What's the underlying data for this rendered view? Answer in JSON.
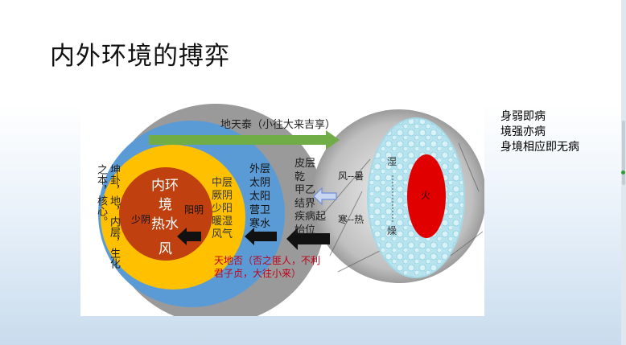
{
  "slide": {
    "title": "内外环境的搏弈"
  },
  "notes": {
    "line1": "身弱即病",
    "line2": "境强亦病",
    "line3": "身境相应即无病"
  },
  "diagram": {
    "top_label": "地天泰（小往大来吉享）",
    "bottom_label_line1": "天地否（否之匪人，不利",
    "bottom_label_line2": "君子贞，大往小来）",
    "left_col1": "坤卦，地，内层，生化",
    "left_col2": "之本，核心。",
    "outer_col1": "皮层",
    "outer_col2": "乾",
    "outer_col3": "甲乙",
    "outer_col4": "结界",
    "outer_col5": "疾病起",
    "outer_col6": "始位",
    "blue_col1": "外层",
    "blue_col2": "太阴",
    "blue_col3": "太阳",
    "blue_col4": "营卫",
    "blue_col5": "寒水",
    "yellow_col1": "中层",
    "yellow_col2": "厥阴",
    "yellow_col3": "少阳",
    "yellow_col4": "暖湿",
    "yellow_col5": "风气",
    "yangming": "阳明",
    "shaoyin": "少阴",
    "inner_line1": "内环",
    "inner_line2": "境",
    "inner_line3": "热水",
    "inner_line4": "风",
    "wind_summer": "风--暑",
    "cold_heat": "寒--热",
    "damp": "湿",
    "dry": "燥",
    "fire": "火",
    "colors": {
      "outer_gray": "#9a9a9a",
      "blue": "#5b9bd5",
      "yellow": "#ffc000",
      "core": "#c0410f",
      "green_arrow": "#70ad47",
      "fire_red": "#e00000",
      "water": "#a9dcea"
    }
  }
}
